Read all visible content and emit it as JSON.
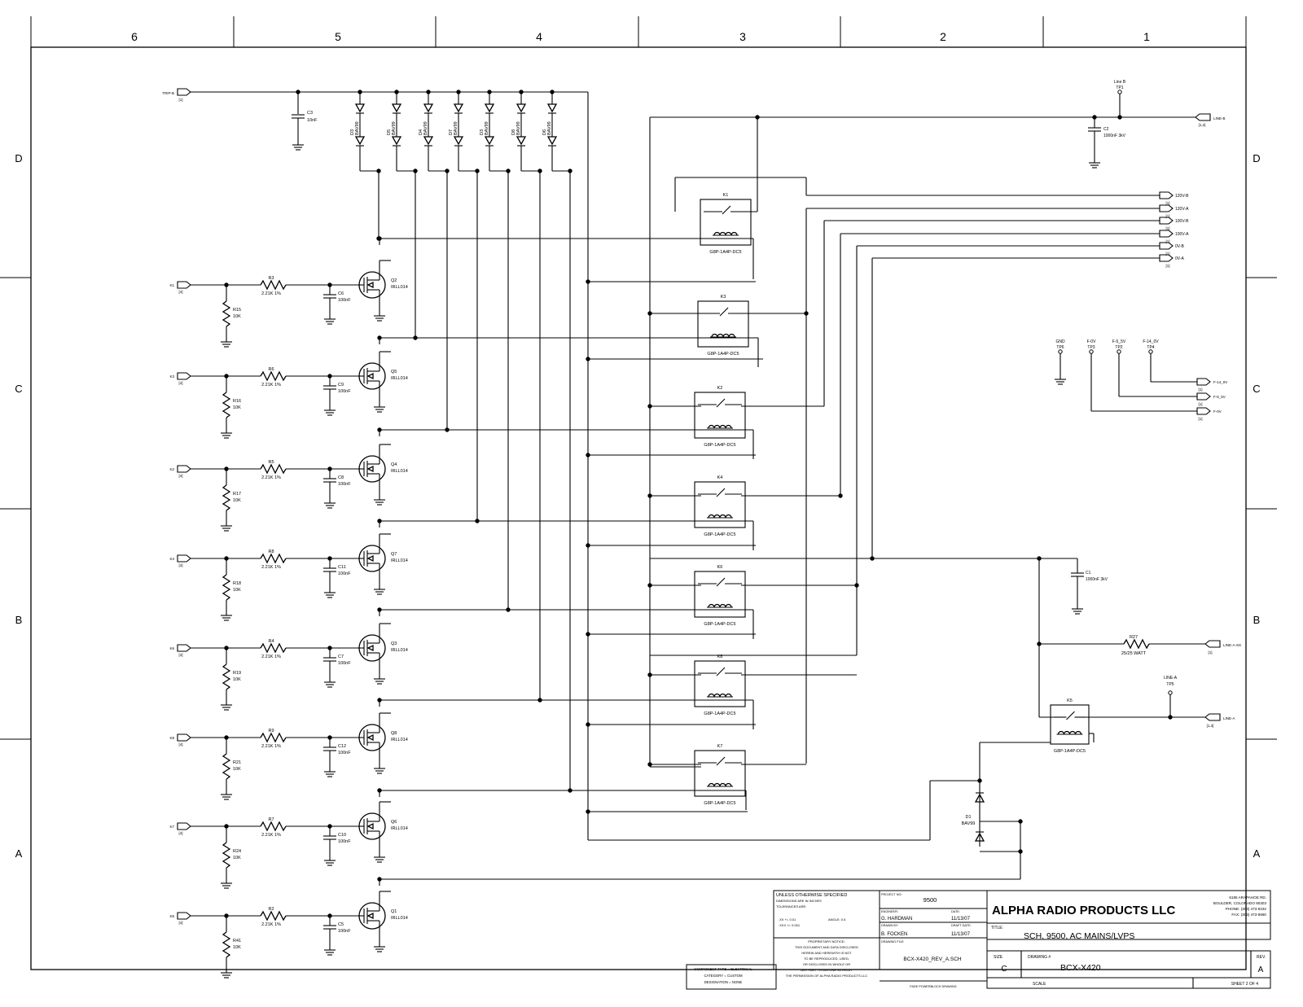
{
  "zones": {
    "columns": [
      "6",
      "5",
      "4",
      "3",
      "2",
      "1"
    ],
    "rows": [
      "D",
      "C",
      "B",
      "A"
    ]
  },
  "input_ports": [
    {
      "net": "TRIP-B",
      "ref": "[1]"
    },
    {
      "net": "K1",
      "ref": "[4]"
    },
    {
      "net": "K3",
      "ref": "[4]"
    },
    {
      "net": "K2",
      "ref": "[4]"
    },
    {
      "net": "K4",
      "ref": "[4]"
    },
    {
      "net": "K6",
      "ref": "[4]"
    },
    {
      "net": "K8",
      "ref": "[4]"
    },
    {
      "net": "K7",
      "ref": "[4]"
    },
    {
      "net": "K5",
      "ref": "[4]"
    }
  ],
  "c3": {
    "ref": "C3",
    "value": "10nF"
  },
  "diodes": [
    {
      "ref": "D3",
      "part": "BAV99"
    },
    {
      "ref": "D5",
      "part": "BAV99"
    },
    {
      "ref": "D4",
      "part": "BAV99"
    },
    {
      "ref": "D7",
      "part": "BAV99"
    },
    {
      "ref": "D3",
      "part": "BAV99"
    },
    {
      "ref": "D8",
      "part": "BAV99"
    },
    {
      "ref": "D6",
      "part": "BAV99"
    }
  ],
  "driver_stages": [
    {
      "r": "R3",
      "rv": "2.21K 1%",
      "pd": "R15",
      "pdv": "10K",
      "c": "C6",
      "cv": "100nF",
      "q": "Q2",
      "qp": "IRLL014"
    },
    {
      "r": "R6",
      "rv": "2.21K 1%",
      "pd": "R16",
      "pdv": "10K",
      "c": "C9",
      "cv": "100nF",
      "q": "Q5",
      "qp": "IRLL014"
    },
    {
      "r": "R5",
      "rv": "2.21K 1%",
      "pd": "R17",
      "pdv": "10K",
      "c": "C8",
      "cv": "100nF",
      "q": "Q4",
      "qp": "IRLL014"
    },
    {
      "r": "R8",
      "rv": "2.21K 1%",
      "pd": "R18",
      "pdv": "10K",
      "c": "C11",
      "cv": "100nF",
      "q": "Q7",
      "qp": "IRLL014"
    },
    {
      "r": "R4",
      "rv": "2.21K 1%",
      "pd": "R19",
      "pdv": "10K",
      "c": "C7",
      "cv": "100nF",
      "q": "Q3",
      "qp": "IRLL014"
    },
    {
      "r": "R9",
      "rv": "2.21K 1%",
      "pd": "R21",
      "pdv": "10K",
      "c": "C12",
      "cv": "100nF",
      "q": "Q8",
      "qp": "IRLL014"
    },
    {
      "r": "R7",
      "rv": "2.21K 1%",
      "pd": "R24",
      "pdv": "10K",
      "c": "C10",
      "cv": "100nF",
      "q": "Q6",
      "qp": "IRLL014"
    },
    {
      "r": "R2",
      "rv": "2.21K 1%",
      "pd": "R41",
      "pdv": "10K",
      "c": "C5",
      "cv": "100nF",
      "q": "Q1",
      "qp": "IRLL014"
    }
  ],
  "relays": [
    {
      "ref": "K1",
      "part": "G8P-1A4P-DC5"
    },
    {
      "ref": "K3",
      "part": "G8P-1A4P-DC5"
    },
    {
      "ref": "K2",
      "part": "G8P-1A4P-DC5"
    },
    {
      "ref": "K4",
      "part": "G8P-1A4P-DC5"
    },
    {
      "ref": "K6",
      "part": "G8P-1A4P-DC5"
    },
    {
      "ref": "K8",
      "part": "G8P-1A4P-DC5"
    },
    {
      "ref": "K7",
      "part": "G8P-1A4P-DC5"
    },
    {
      "ref": "K5",
      "part": "G8P-1A4P-DC5"
    }
  ],
  "right_side": {
    "tp1_label": "Line B",
    "tp1": "TP1",
    "line_b": {
      "net": "LINE-B",
      "ref": "[1,2]"
    },
    "c2": {
      "ref": "C2",
      "value": "1000nF 3kV"
    },
    "mains_ports": [
      {
        "net": "120V-B",
        "ref": "[1]"
      },
      {
        "net": "120V-A",
        "ref": "[1]"
      },
      {
        "net": "100V-B",
        "ref": "[1]"
      },
      {
        "net": "100V-A",
        "ref": "[1]"
      },
      {
        "net": "0V-B",
        "ref": "[1]"
      },
      {
        "net": "0V-A",
        "ref": "[1]"
      }
    ],
    "testpoints": [
      {
        "net": "GND",
        "ref": "TP6"
      },
      {
        "net": "F-0V",
        "ref": "TP3"
      },
      {
        "net": "F-5_5V",
        "ref": "TP2"
      },
      {
        "net": "F-14_0V",
        "ref": "TP4"
      }
    ],
    "filter_ports": [
      {
        "net": "F-14_0V",
        "ref": "[1]"
      },
      {
        "net": "F-5_5V",
        "ref": "[1]"
      },
      {
        "net": "F-0V",
        "ref": "[1]"
      }
    ],
    "c1": {
      "ref": "C1",
      "value": "1000nF 3kV"
    },
    "r27": {
      "ref": "R27",
      "value": "25/25 WATT"
    },
    "line_a_ss": {
      "net": "LINE-A-SS",
      "ref": "[1]"
    },
    "tp5_label": "LINE-A",
    "tp5": "TP5",
    "line_a": {
      "net": "LINE-A",
      "ref": "[1,3]"
    },
    "d1": {
      "ref": "D1",
      "part": "BAV99"
    }
  },
  "title_block": {
    "component_info": [
      "COMPONENT TYPE = ELECTRICAL",
      "CATEGORY = CUSTOM",
      "DESIGNATION = NONE"
    ],
    "unless": "UNLESS OTHERWISE SPECIFIED",
    "dims": "DIMENSIONS ARE IN INCHES",
    "tol": "TOLERANCES ARE:",
    "tol_xx": ".XX +/- 0.01",
    "tol_xxx": ".XXX +/- 0.001",
    "angles": "ANGLE: 0.5",
    "proprietary_title": "PROPRIETARY NOTICE:",
    "proprietary_lines": [
      "THIS DOCUMENT AND DATA DISCLOSED",
      "HEREIN AND HEREWITH IS NOT",
      "TO BE REPRODUCED, USED,",
      "OR DISCLOSED IN WHOLE OR",
      "ANY PART TO ANYONE WITHOUT",
      "THE PERMISSION OF ALPHA RADIO PRODUCTS LLC"
    ],
    "project_no_label": "PROJECT NO:",
    "project_no": "9500",
    "engineer_label": "ENGINEER:",
    "engineer": "G. HARDMAN",
    "date_label": "DATE:",
    "engineer_date": "11/13/07",
    "drawn_by_label": "DRAWN BY:",
    "drawn_by": "B. FOCKEN",
    "draft_date_label": "DRAFT DATE:",
    "draft_date": "11/13/07",
    "drawing_file_label": "DRAWING FILE:",
    "drawing_file": "BCX-X420_REV_A.SCH",
    "footer_note": "FADE POWERBLOCK DRAWING",
    "company": "ALPHA RADIO PRODUCTS LLC",
    "address": [
      "6185 ARAPAHOE RD.",
      "BOULDER, COLORADO 80303",
      "PHONE: (303) 473-9232",
      "FAX: (303) 473-9660"
    ],
    "title_label": "TITLE:",
    "title": "SCH, 9500, AC MAINS/LVPS",
    "size_label": "SIZE",
    "size": "C",
    "drawing_no_label": "DRAWING #",
    "drawing_no": "BCX-X420",
    "rev_label": "REV.",
    "rev": "A",
    "scale_label": "SCALE",
    "sheet": "SHEET 2 OF 4"
  }
}
